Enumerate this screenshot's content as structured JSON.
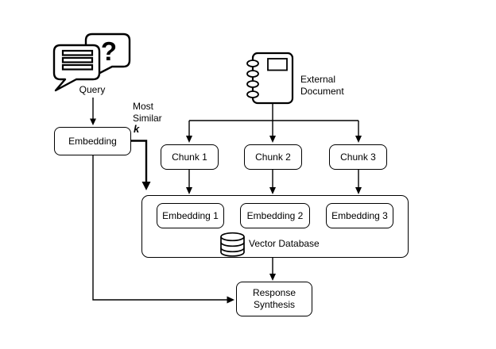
{
  "diagram": {
    "background": "#ffffff",
    "stroke_color": "#000000",
    "nodes": {
      "query": {
        "label": "Query",
        "icon": "speech-bubbles-question-icon",
        "question_glyph": "?"
      },
      "embedding": {
        "label": "Embedding"
      },
      "external_document": {
        "label": "External\nDocument",
        "icon": "notebook-icon"
      },
      "chunks": [
        {
          "label": "Chunk 1"
        },
        {
          "label": "Chunk 2"
        },
        {
          "label": "Chunk 3"
        }
      ],
      "embeddings": [
        {
          "label": "Embedding 1"
        },
        {
          "label": "Embedding 2"
        },
        {
          "label": "Embedding 3"
        }
      ],
      "vector_database": {
        "label": "Vector Database",
        "icon": "database-cylinder-icon"
      },
      "response_synthesis": {
        "label": "Response\nSynthesis"
      }
    },
    "edge_labels": {
      "most_similar": "Most\nSimilar",
      "k": "k"
    }
  }
}
